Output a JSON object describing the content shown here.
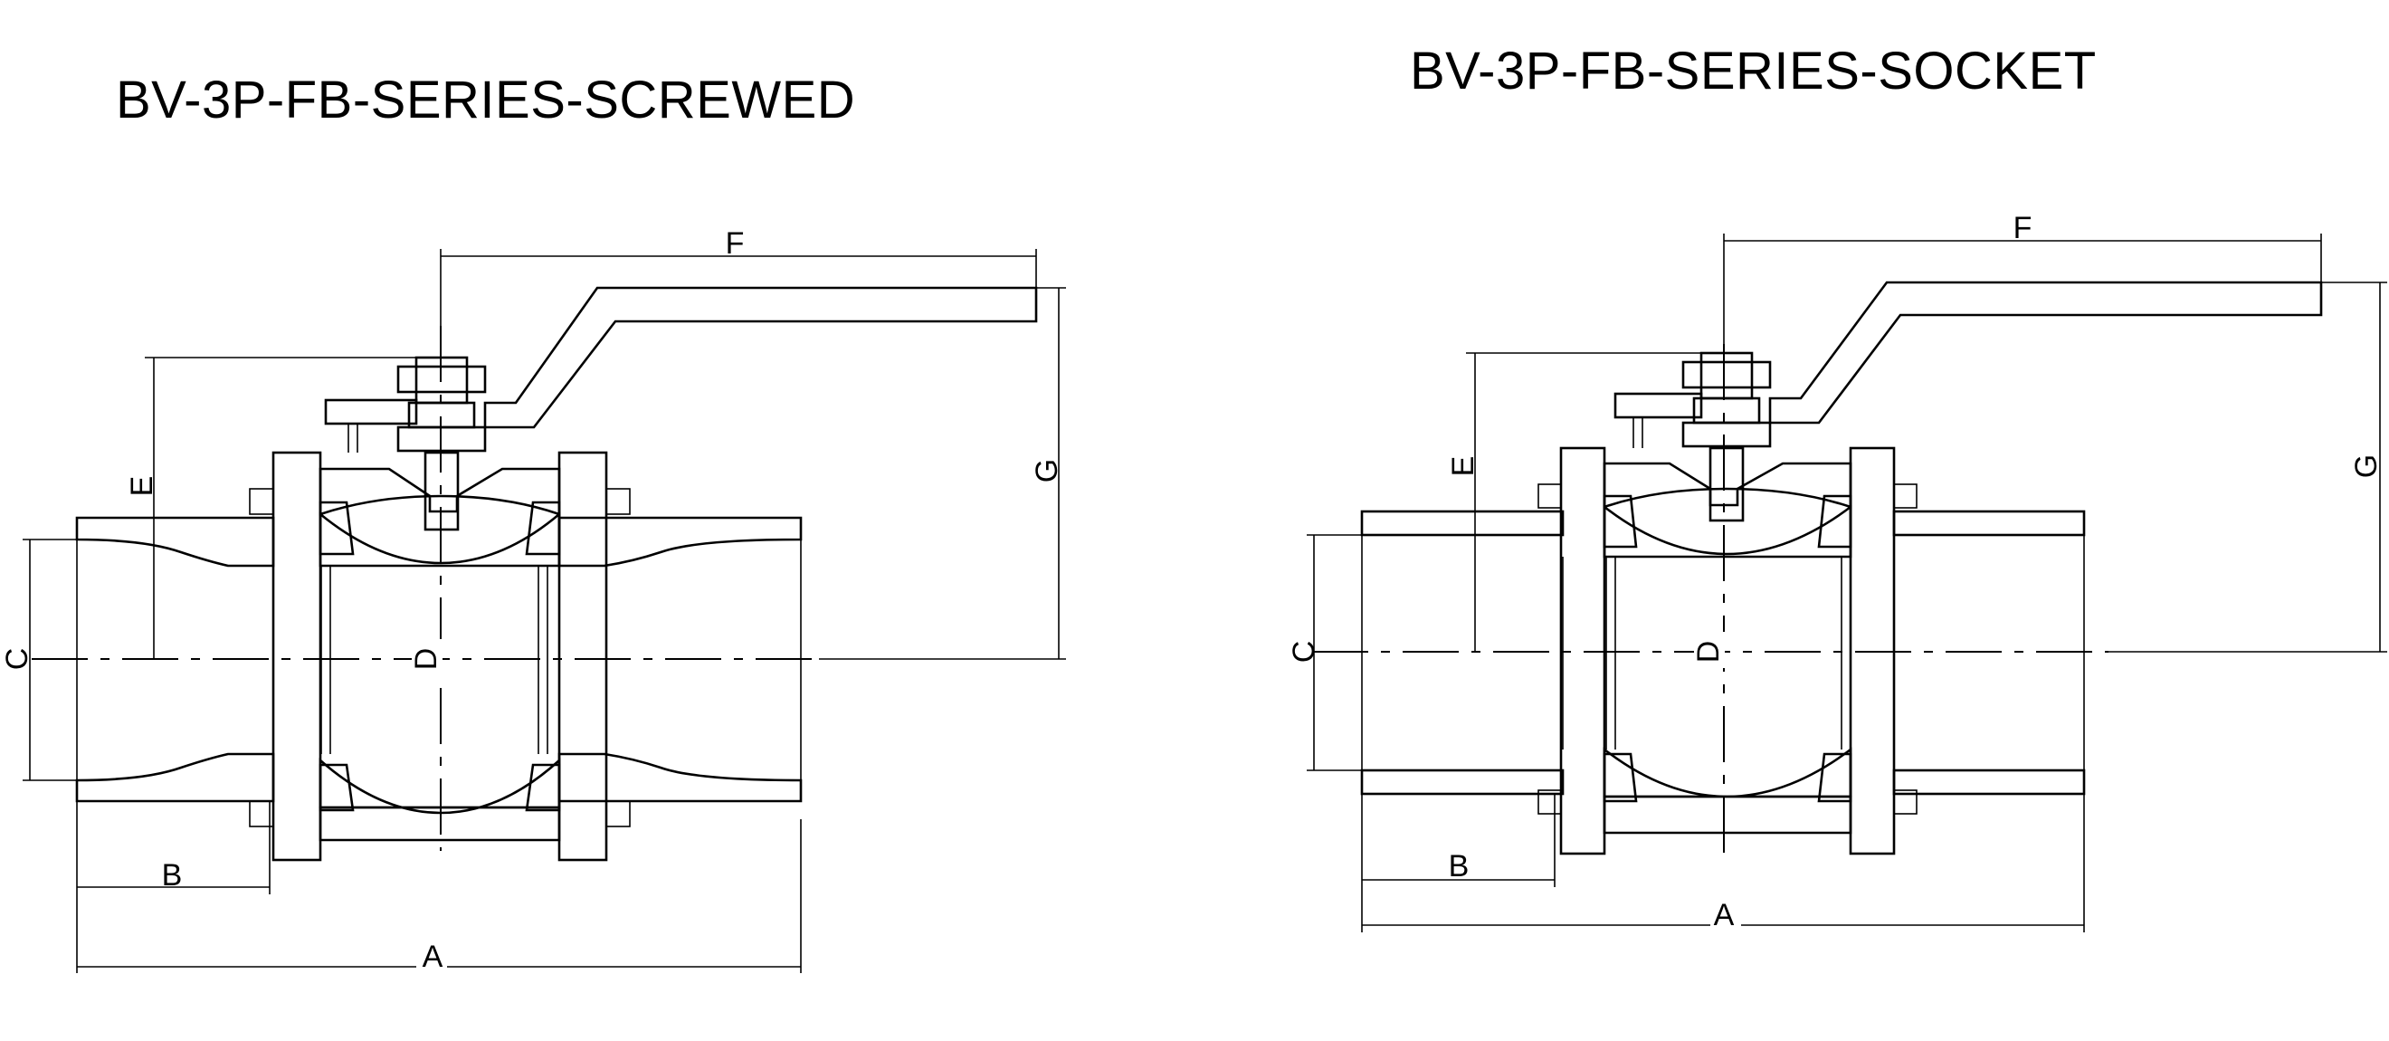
{
  "titles": {
    "left": "BV-3P-FB-SERIES-SCREWED",
    "right": "BV-3P-FB-SERIES-SOCKET"
  },
  "dimensions": {
    "left": {
      "A": "A",
      "B": "B",
      "C": "C",
      "D": "D",
      "E": "E",
      "F": "F",
      "G": "G"
    },
    "right": {
      "A": "A",
      "B": "B",
      "C": "C",
      "D": "D",
      "E": "E",
      "F": "F",
      "G": "G"
    }
  }
}
